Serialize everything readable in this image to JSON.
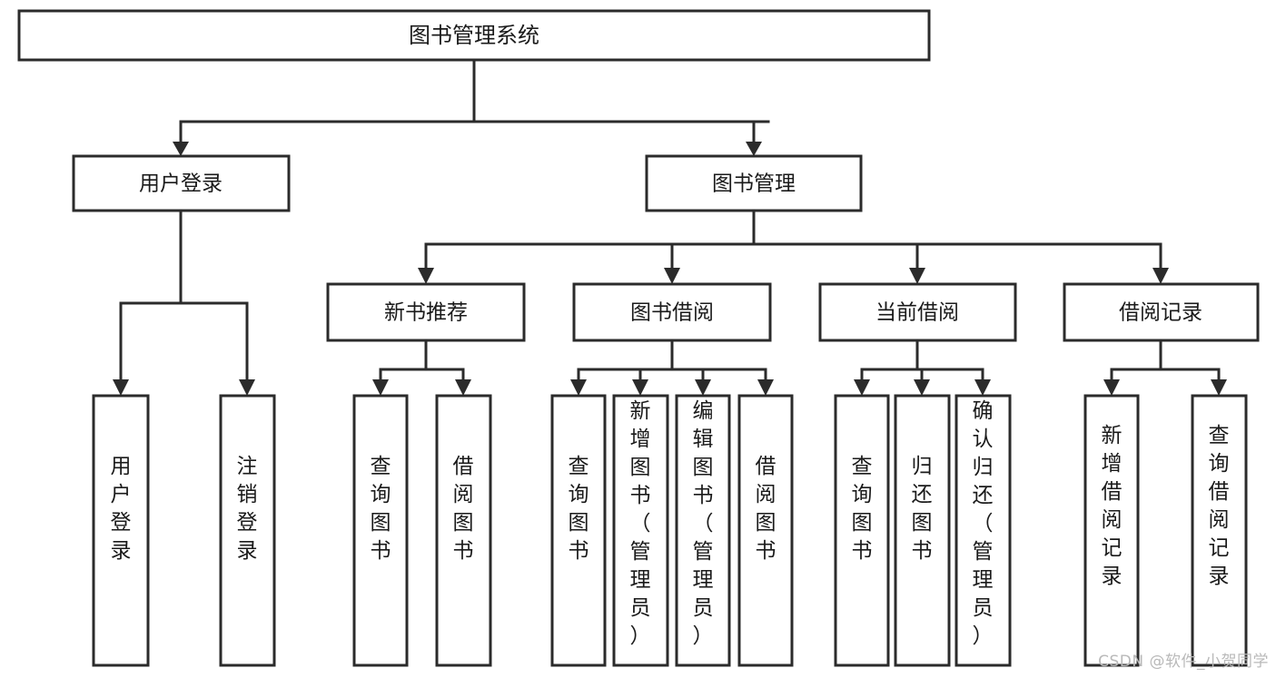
{
  "diagram": {
    "type": "tree-hierarchy-diagram",
    "title": "图书管理系统",
    "watermark": "CSDN @软件_小贺同学",
    "colors": {
      "box_stroke": "#2b2b2b",
      "box_fill": "#ffffff",
      "connector": "#2b2b2b",
      "text": "#1a1a1a",
      "background": "#ffffff",
      "watermark": "#b9b9b9"
    },
    "root": {
      "label": "图书管理系统"
    },
    "level2": [
      {
        "label": "用户登录"
      },
      {
        "label": "图书管理"
      }
    ],
    "level3": [
      {
        "label": "新书推荐"
      },
      {
        "label": "图书借阅"
      },
      {
        "label": "当前借阅"
      },
      {
        "label": "借阅记录"
      }
    ],
    "groups": [
      {
        "parent": "用户登录",
        "leaves": [
          {
            "label": "用户登录"
          },
          {
            "label": "注销登录"
          }
        ]
      },
      {
        "parent": "新书推荐",
        "leaves": [
          {
            "label": "查询图书"
          },
          {
            "label": "借阅图书"
          }
        ]
      },
      {
        "parent": "图书借阅",
        "leaves": [
          {
            "label": "查询图书"
          },
          {
            "label": "新增图书（管理员）"
          },
          {
            "label": "编辑图书（管理员）"
          },
          {
            "label": "借阅图书"
          }
        ]
      },
      {
        "parent": "当前借阅",
        "leaves": [
          {
            "label": "查询图书"
          },
          {
            "label": "归还图书"
          },
          {
            "label": "确认归还（管理员）"
          }
        ]
      },
      {
        "parent": "借阅记录",
        "leaves": [
          {
            "label": "新增借阅记录"
          },
          {
            "label": "查询借阅记录"
          }
        ]
      }
    ]
  }
}
